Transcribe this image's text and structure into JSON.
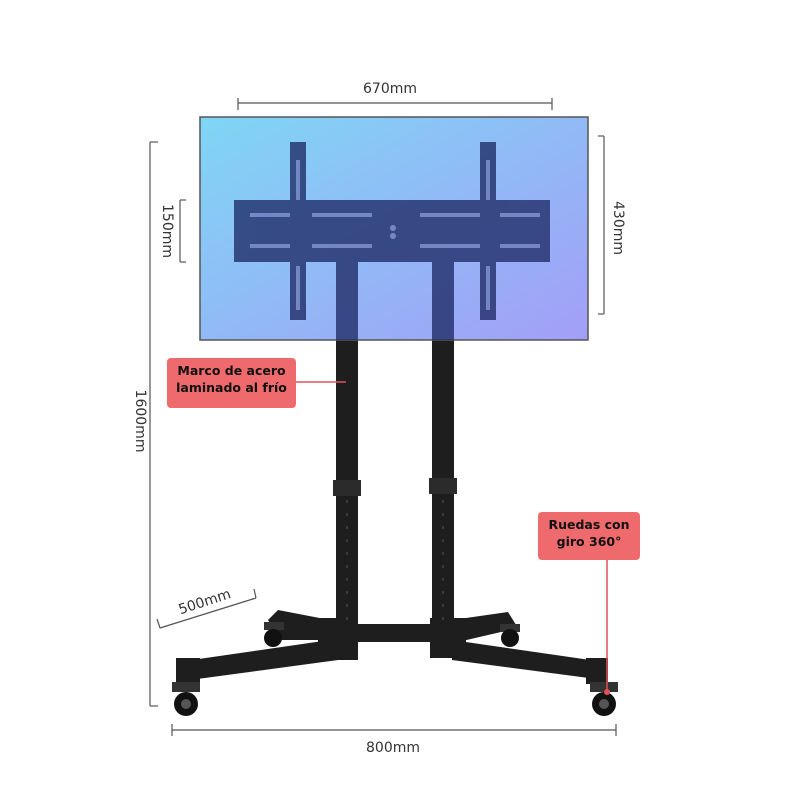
{
  "dimensions": {
    "width_top": "670mm",
    "height_right": "430mm",
    "bracket_spacing": "150mm",
    "total_height": "1600mm",
    "base_length": "500mm",
    "base_width": "800mm"
  },
  "callouts": {
    "frame": [
      "Marco de acero",
      "laminado al frío"
    ],
    "wheels": [
      "Ruedas con",
      "giro 360°"
    ]
  },
  "colors": {
    "screen_gradient_start": "#7fd6f5",
    "screen_gradient_end": "#a39ef7",
    "callout_bg": "#ef6a6c",
    "callout_line": "#e0525a",
    "steel": "#1e1e1e",
    "dimension_line": "#555555"
  }
}
